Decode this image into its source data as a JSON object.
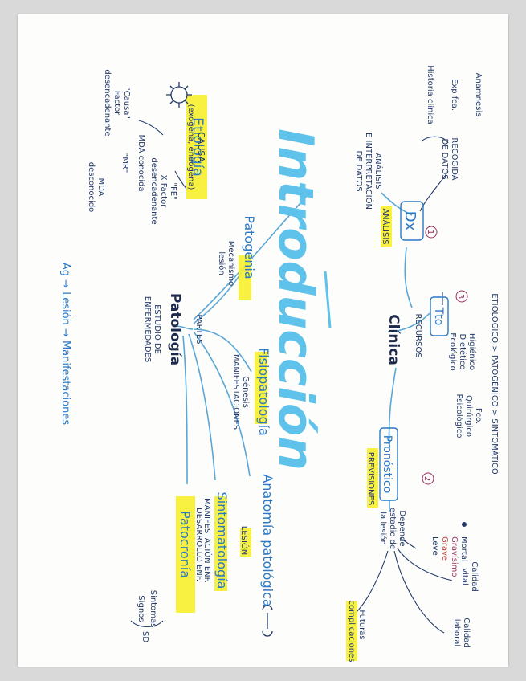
{
  "title": "Introducción",
  "center": {
    "patologia": "Patología",
    "clinica": "Clínica"
  },
  "patologia": {
    "definition": [
      "ESTUDIO DE",
      "ENFERMEDADES"
    ],
    "partes": "PARTES",
    "etiologia": {
      "title": "Etiología",
      "causa_line1": "CAUSA",
      "causa_line2": "(exógena, endógena)"
    },
    "causa_left": [
      "\"Causa\"",
      "Factor",
      "desencadenante"
    ],
    "fe_right": [
      "\"FE\"",
      "X Factor",
      "desencadenante"
    ],
    "mda": [
      "MDA conocida",
      "\"MR\"",
      "MDA",
      "desconocido"
    ],
    "patogenia": {
      "title": "Patogenia",
      "sub1": "Mecanismo",
      "sub2": "lesión"
    },
    "ag_line": "Ag → Lesión → Manifestaciones",
    "fisiopatologia": {
      "title": "Fisiopatología",
      "sub1": "Génesis",
      "sub2": "MANIFESTACIONES"
    },
    "patocronia": {
      "title": "Patocronía",
      "sub": "DESARROLLO ENF."
    },
    "sintomatologia": {
      "title": "Sintomatología",
      "sub": "MANIFESTACIÓN ENF.",
      "sintomas": "Síntomas",
      "signos": "Signos",
      "sd": "SD"
    },
    "anatomia": {
      "title": "Anatomía patológica",
      "sub": "LESIÓN"
    }
  },
  "clinica": {
    "dx": {
      "title": "Dx",
      "num": "1",
      "sub": "ANÁLISIS"
    },
    "recogida": [
      "RECOGIDA",
      "DE DATOS"
    ],
    "recogida_items": [
      "Anamnesis",
      "Exp fca.",
      "Historia clínica"
    ],
    "analisis": [
      "ANÁLISIS",
      "E INTERPRETACIÓN",
      "DE DATOS"
    ],
    "tto": {
      "title": "Tto",
      "num": "3",
      "sub": "RECURSOS",
      "items_left": [
        "Higiénico",
        "Dietético",
        "Ecológico"
      ],
      "items_right": [
        "Fco.",
        "Quirúrgico",
        "Psicológico"
      ]
    },
    "order": "ETIOLÓGICO > PATOGÉNICO > SINTOMÁTICO",
    "pronostico": {
      "title": "Pronóstico",
      "num": "2",
      "sub": "PREVISIONES"
    },
    "depende": [
      "Depende",
      "estadio de",
      "la lesión"
    ],
    "estadios": [
      "Mortal",
      "Gravísimo",
      "Grave",
      "Leve"
    ],
    "calidad": [
      "Calidad",
      "vital",
      "Calidad",
      "laboral"
    ],
    "futuras": [
      "Futuras",
      "complicaciones"
    ]
  }
}
